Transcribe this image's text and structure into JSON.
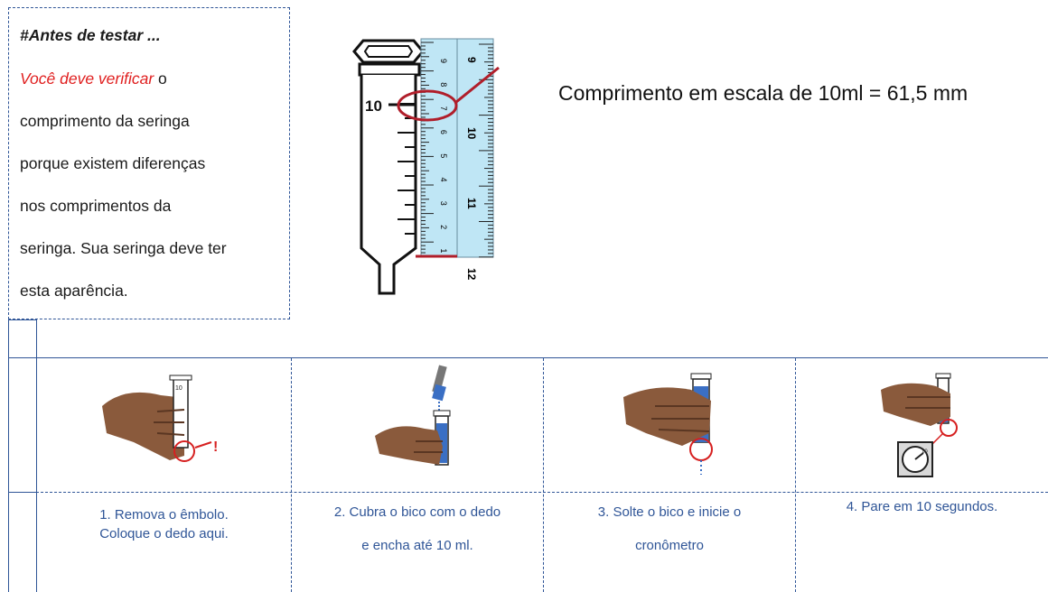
{
  "note": {
    "title": "#Antes de testar ...",
    "red_text": "Você deve verificar",
    "line1_rest": " o",
    "line2": "comprimento da seringa",
    "line3": "porque existem diferenças",
    "line4": "nos comprimentos da",
    "line5": "seringa. Sua seringa deve ter",
    "line6": "esta aparência."
  },
  "figure": {
    "syringe_mark": "10",
    "ruler_cm_labels": [
      "9",
      "10",
      "11",
      "12"
    ],
    "ruler_mm_labels": [
      "9",
      "8",
      "7",
      "6",
      "5",
      "4",
      "3",
      "2",
      "1"
    ]
  },
  "caption": "Comprimento em escala de 10ml = 61,5 mm",
  "steps": [
    {
      "line1": "1. Remova o êmbolo.",
      "line2": "Coloque o dedo aqui.",
      "icon": "syringe-finger-icon"
    },
    {
      "line1": "2. Cubra o bico com o dedo",
      "line2": "e encha até 10 ml.",
      "icon": "syringe-fill-icon"
    },
    {
      "line1": "3. Solte o bico e inicie o",
      "line2": "cronômetro",
      "icon": "syringe-release-icon"
    },
    {
      "line1": "4. Pare em 10 segundos.",
      "line2": "",
      "icon": "syringe-stopwatch-icon"
    }
  ],
  "colors": {
    "accent": "#2f5597",
    "red": "#e02020",
    "liquid": "#3a6fc4",
    "skin": "#8a5a3c",
    "ruler": "#bfe6f5",
    "dark_red": "#b01e2a"
  }
}
